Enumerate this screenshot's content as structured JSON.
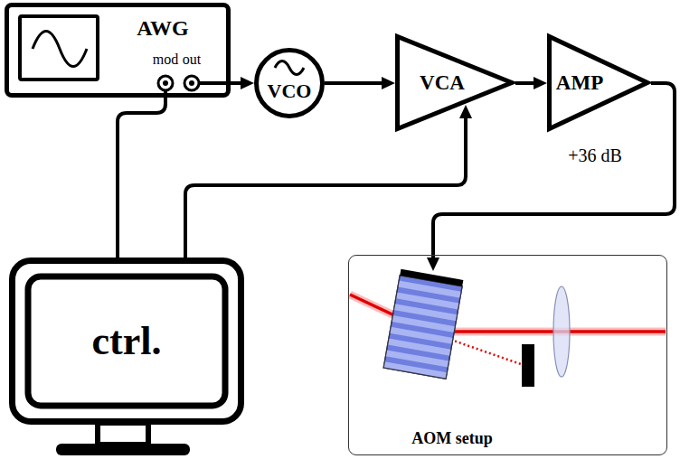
{
  "diagram": {
    "nodes": [
      {
        "text": [
          "AWG",
          "mod",
          "out"
        ]
      },
      {
        "text": [
          "VCO"
        ]
      },
      {
        "text": [
          "VCA"
        ]
      },
      {
        "text": [
          "AMP"
        ]
      },
      {
        "text": [
          "ctrl."
        ]
      },
      {
        "text": [
          "AOM setup"
        ]
      }
    ],
    "edges": [
      {
        "from": 0,
        "to": 1,
        "arrow": "to"
      },
      {
        "from": 1,
        "to": 2,
        "arrow": "to"
      },
      {
        "from": 2,
        "to": 3,
        "arrow": "to"
      },
      {
        "from": 3,
        "to": 5,
        "arrow": "to"
      },
      {
        "from": 4,
        "to": 0,
        "arrow": "none"
      },
      {
        "from": 4,
        "to": 2,
        "arrow": "to"
      }
    ],
    "labels": [
      "+36 dB"
    ]
  }
}
